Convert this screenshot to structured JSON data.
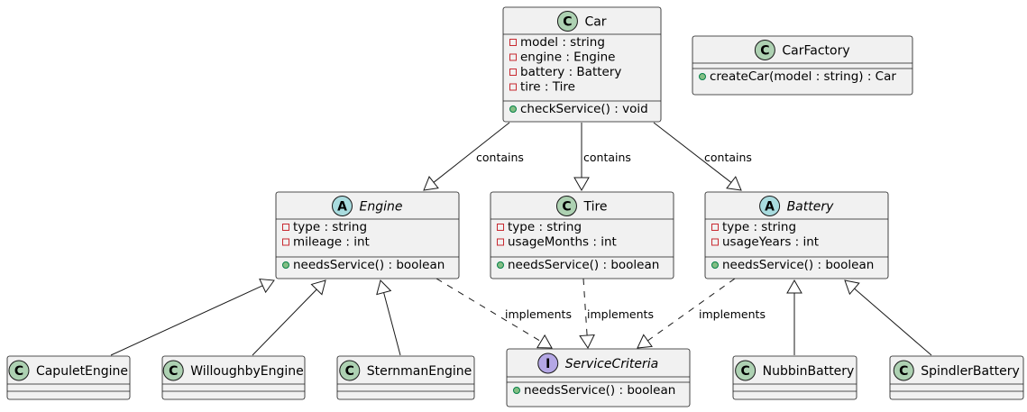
{
  "colors": {
    "box_fill": "#f1f1f1",
    "border": "#181818",
    "class_circle": "#add1b2",
    "abstract_circle": "#a9dcdf",
    "interface_circle": "#b4a7e5",
    "private_marker": "#c82930",
    "public_marker": "#84be84"
  },
  "classes": {
    "car": {
      "kind": "class",
      "stereotype_letter": "C",
      "name": "Car",
      "fields": [
        {
          "visibility": "private",
          "text": "model : string"
        },
        {
          "visibility": "private",
          "text": "engine : Engine"
        },
        {
          "visibility": "private",
          "text": "battery : Battery"
        },
        {
          "visibility": "private",
          "text": "tire : Tire"
        }
      ],
      "methods": [
        {
          "visibility": "public",
          "text": "checkService() : void"
        }
      ]
    },
    "carfactory": {
      "kind": "class",
      "stereotype_letter": "C",
      "name": "CarFactory",
      "fields": [],
      "methods": [
        {
          "visibility": "public",
          "text": "createCar(model : string) : Car"
        }
      ]
    },
    "engine": {
      "kind": "abstract",
      "stereotype_letter": "A",
      "name": "Engine",
      "fields": [
        {
          "visibility": "private",
          "text": "type : string"
        },
        {
          "visibility": "private",
          "text": "mileage : int"
        }
      ],
      "methods": [
        {
          "visibility": "public",
          "text": "needsService() : boolean"
        }
      ]
    },
    "tire": {
      "kind": "class",
      "stereotype_letter": "C",
      "name": "Tire",
      "fields": [
        {
          "visibility": "private",
          "text": "type : string"
        },
        {
          "visibility": "private",
          "text": "usageMonths : int"
        }
      ],
      "methods": [
        {
          "visibility": "public",
          "text": "needsService() : boolean"
        }
      ]
    },
    "battery": {
      "kind": "abstract",
      "stereotype_letter": "A",
      "name": "Battery",
      "fields": [
        {
          "visibility": "private",
          "text": "type : string"
        },
        {
          "visibility": "private",
          "text": "usageYears : int"
        }
      ],
      "methods": [
        {
          "visibility": "public",
          "text": "needsService() : boolean"
        }
      ]
    },
    "capulet": {
      "kind": "class",
      "stereotype_letter": "C",
      "name": "CapuletEngine",
      "fields": [],
      "methods": []
    },
    "willoughby": {
      "kind": "class",
      "stereotype_letter": "C",
      "name": "WilloughbyEngine",
      "fields": [],
      "methods": []
    },
    "sternman": {
      "kind": "class",
      "stereotype_letter": "C",
      "name": "SternmanEngine",
      "fields": [],
      "methods": []
    },
    "servicecriteria": {
      "kind": "interface",
      "stereotype_letter": "I",
      "name": "ServiceCriteria",
      "fields": [],
      "methods": [
        {
          "visibility": "public",
          "text": "needsService() : boolean"
        }
      ]
    },
    "nubbin": {
      "kind": "class",
      "stereotype_letter": "C",
      "name": "NubbinBattery",
      "fields": [],
      "methods": []
    },
    "spindler": {
      "kind": "class",
      "stereotype_letter": "C",
      "name": "SpindlerBattery",
      "fields": [],
      "methods": []
    }
  },
  "relations": [
    {
      "from": "Car",
      "to": "Engine",
      "type": "generalization",
      "label": "contains"
    },
    {
      "from": "Car",
      "to": "Tire",
      "type": "generalization",
      "label": "contains"
    },
    {
      "from": "Car",
      "to": "Battery",
      "type": "generalization",
      "label": "contains"
    },
    {
      "from": "CapuletEngine",
      "to": "Engine",
      "type": "generalization",
      "label": ""
    },
    {
      "from": "WilloughbyEngine",
      "to": "Engine",
      "type": "generalization",
      "label": ""
    },
    {
      "from": "SternmanEngine",
      "to": "Engine",
      "type": "generalization",
      "label": ""
    },
    {
      "from": "Engine",
      "to": "ServiceCriteria",
      "type": "realization",
      "label": "implements"
    },
    {
      "from": "Tire",
      "to": "ServiceCriteria",
      "type": "realization",
      "label": "implements"
    },
    {
      "from": "Battery",
      "to": "ServiceCriteria",
      "type": "realization",
      "label": "implements"
    },
    {
      "from": "NubbinBattery",
      "to": "Battery",
      "type": "generalization",
      "label": ""
    },
    {
      "from": "SpindlerBattery",
      "to": "Battery",
      "type": "generalization",
      "label": ""
    }
  ]
}
